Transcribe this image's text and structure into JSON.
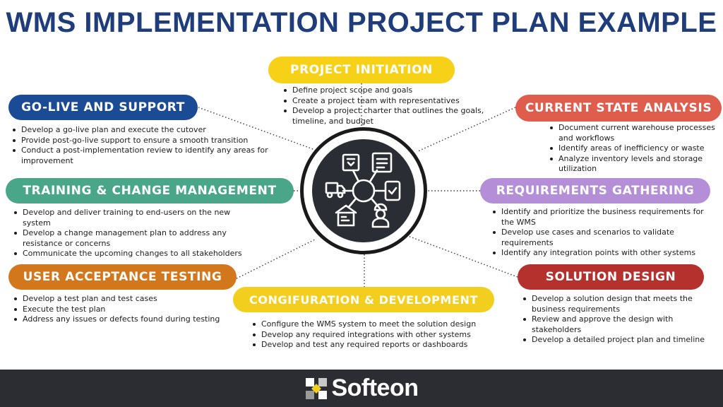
{
  "title": "WMS IMPLEMENTATION PROJECT PLAN EXAMPLE",
  "colors": {
    "title": "#1f3d7a",
    "initiation": "#f7d117",
    "golive": "#1c4b96",
    "current_state": "#de5d4d",
    "training": "#4aa689",
    "requirements": "#b48fd8",
    "uat": "#d2771c",
    "configuration": "#f2cf1e",
    "solution": "#b5312e",
    "footer": "#2b2d33"
  },
  "phases": {
    "initiation": {
      "label": "PROJECT INITIATION",
      "bullets": [
        "Define project scope and goals",
        "Create a project team with representatives",
        "Develop a project charter that outlines the goals, timeline, and budget"
      ]
    },
    "golive": {
      "label": "GO-LIVE AND SUPPORT",
      "bullets": [
        "Develop a go-live plan and execute the cutover",
        "Provide post-go-live support to ensure a smooth transition",
        "Conduct a post-implementation review to identify any areas for improvement"
      ]
    },
    "current_state": {
      "label": "CURRENT STATE ANALYSIS",
      "bullets": [
        "Document current warehouse processes and workflows",
        "Identify areas of inefficiency or waste",
        "Analyze inventory levels and storage utilization"
      ]
    },
    "training": {
      "label": "TRAINING & CHANGE MANAGEMENT",
      "bullets": [
        "Develop and deliver training to end-users on the new system",
        "Develop a change management plan to address any resistance or concerns",
        "Communicate the upcoming changes to all stakeholders"
      ]
    },
    "requirements": {
      "label": "REQUIREMENTS GATHERING",
      "bullets": [
        "Identify and prioritize the business requirements for the WMS",
        "Develop use cases and scenarios to validate requirements",
        "Identify any integration points with other systems"
      ]
    },
    "uat": {
      "label": "USER ACCEPTANCE TESTING",
      "bullets": [
        "Develop a test plan and test cases",
        "Execute the test plan",
        "Address any issues or defects found during testing"
      ]
    },
    "configuration": {
      "label": "CONGIFURATION & DEVELOPMENT",
      "bullets": [
        "Configure the WMS system to meet the solution design",
        "Develop any required integrations with other systems",
        "Develop and test any required reports or dashboards"
      ]
    },
    "solution": {
      "label": "SOLUTION DESIGN",
      "bullets": [
        "Develop a solution design that meets the business requirements",
        "Review and approve the design with stakeholders",
        "Develop a detailed project plan and timeline"
      ]
    }
  },
  "hub_icons": [
    "package-icon",
    "checklist-icon",
    "clipboard-check-icon",
    "worker-icon",
    "warehouse-icon",
    "truck-icon"
  ],
  "footer": {
    "logo_text": "Softeon"
  }
}
